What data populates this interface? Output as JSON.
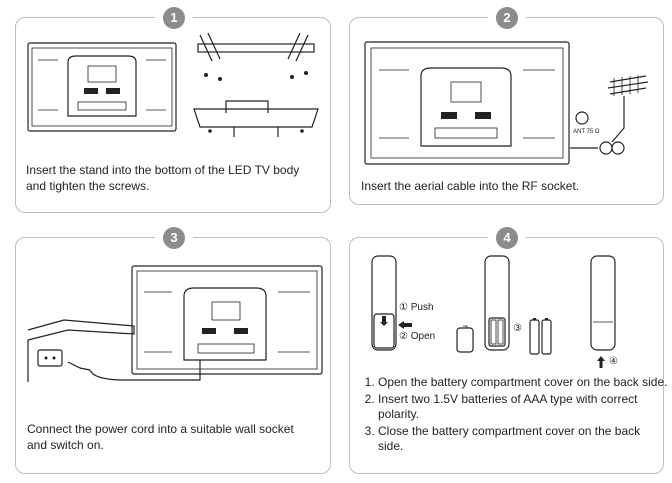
{
  "steps": [
    {
      "number": "1",
      "caption": [
        "Insert the stand into the bottom of the LED TV body",
        "and tighten the screws."
      ]
    },
    {
      "number": "2",
      "caption": [
        "Insert the aerial cable into the RF socket."
      ],
      "socket_label": "ANT 75 Ω"
    },
    {
      "number": "3",
      "caption": [
        "Connect the power cord into a suitable wall socket",
        "and switch on."
      ]
    },
    {
      "number": "4",
      "labels": {
        "push": "① Push",
        "open": "② Open",
        "batteries": "③",
        "close": "④"
      },
      "instructions": [
        "Open the battery compartment cover on the back side.",
        "Insert two 1.5V batteries of AAA type with correct polarity.",
        "Close the battery compartment cover on the back side."
      ]
    }
  ],
  "colors": {
    "badge": "#8c8c8c",
    "border": "#bdbdbd",
    "line": "#222222"
  }
}
